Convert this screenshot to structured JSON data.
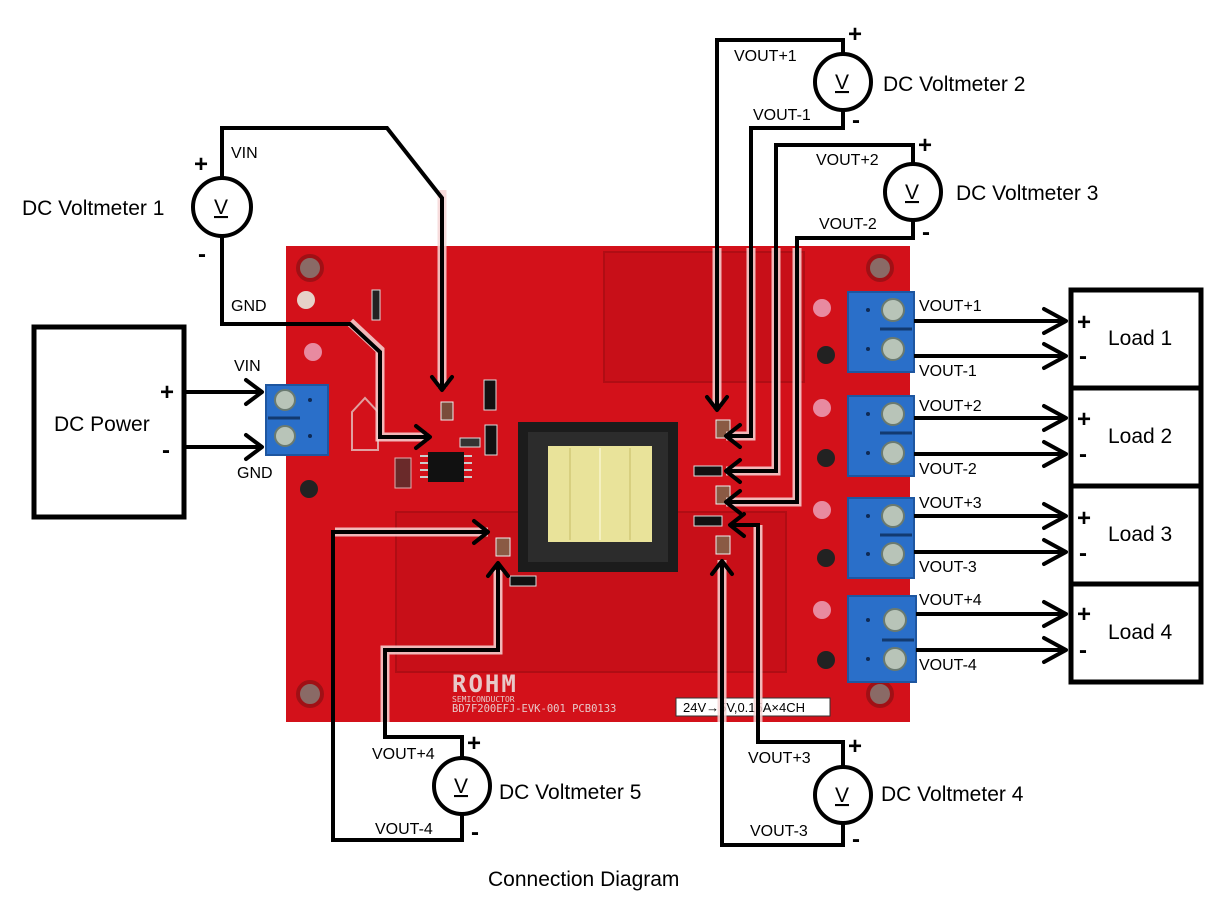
{
  "caption": "Connection Diagram",
  "power_supply": {
    "label": "DC Power",
    "plus": "+",
    "minus": "-",
    "plus_net": "VIN",
    "minus_net": "GND"
  },
  "meter_symbol": "V",
  "voltmeters": [
    {
      "label": "DC Voltmeter 1",
      "plus_net": "VIN",
      "minus_net": "GND",
      "plus": "+",
      "minus": "-"
    },
    {
      "label": "DC Voltmeter 2",
      "plus_net": "VOUT+1",
      "minus_net": "VOUT-1",
      "plus": "+",
      "minus": "-"
    },
    {
      "label": "DC Voltmeter 3",
      "plus_net": "VOUT+2",
      "minus_net": "VOUT-2",
      "plus": "+",
      "minus": "-"
    },
    {
      "label": "DC Voltmeter 4",
      "plus_net": "VOUT+3",
      "minus_net": "VOUT-3",
      "plus": "+",
      "minus": "-"
    },
    {
      "label": "DC Voltmeter 5",
      "plus_net": "VOUT+4",
      "minus_net": "VOUT-4",
      "plus": "+",
      "minus": "-"
    }
  ],
  "loads": [
    {
      "label": "Load 1",
      "plus_net": "VOUT+1",
      "minus_net": "VOUT-1",
      "plus": "+",
      "minus": "-"
    },
    {
      "label": "Load 2",
      "plus_net": "VOUT+2",
      "minus_net": "VOUT-2",
      "plus": "+",
      "minus": "-"
    },
    {
      "label": "Load 3",
      "plus_net": "VOUT+3",
      "minus_net": "VOUT-3",
      "plus": "+",
      "minus": "-"
    },
    {
      "label": "Load 4",
      "plus_net": "VOUT+4",
      "minus_net": "VOUT-4",
      "plus": "+",
      "minus": "-"
    }
  ],
  "board": {
    "brand": "ROHM",
    "brand_sub": "SEMICONDUCTOR",
    "part_number": "BD7F200EFJ-EVK-001  PCB0133",
    "spec_label": "24V→5V,0.15A×4CH",
    "colors": {
      "pcb": "#d3111a",
      "pcb_dark": "#a80c12",
      "terminal": "#2a6fc9",
      "coil": "#e9e39a",
      "core": "#1c1c1c"
    }
  }
}
